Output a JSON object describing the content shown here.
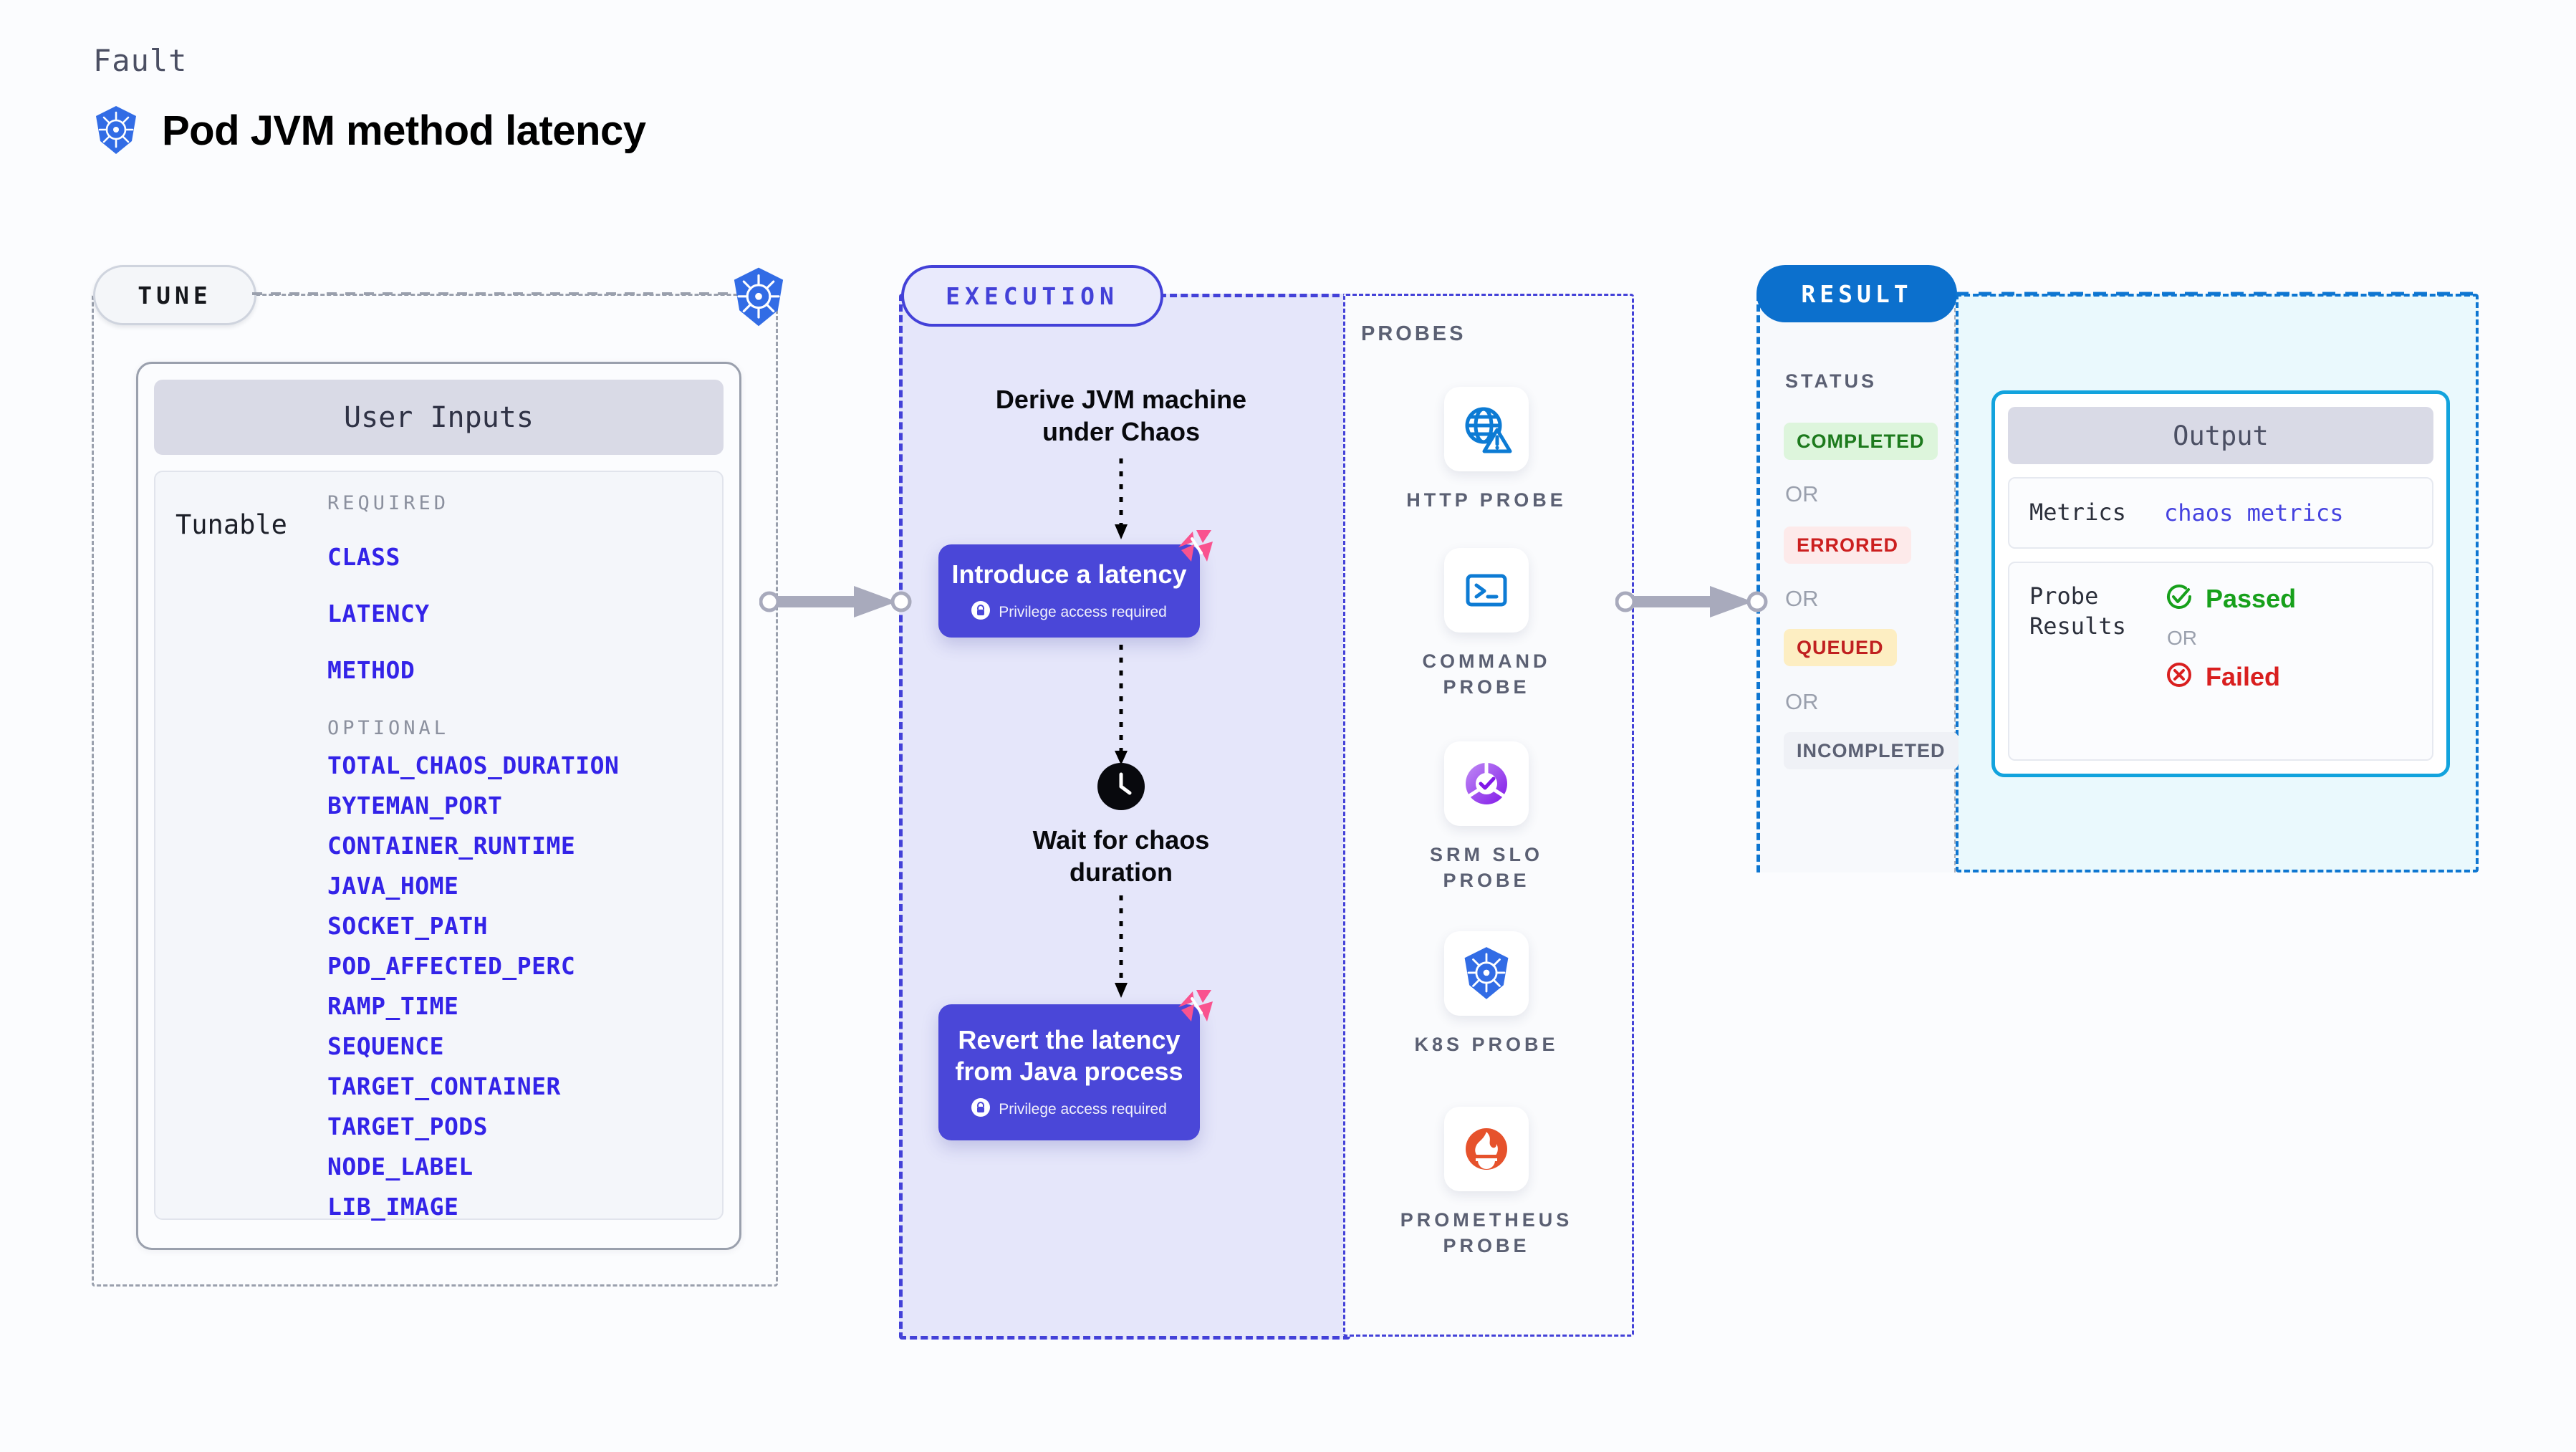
{
  "header": {
    "eyebrow": "Fault",
    "title": "Pod JVM method latency",
    "icon": "kubernetes-icon"
  },
  "tune": {
    "pill_label": "TUNE",
    "badge_icon": "kubernetes-icon",
    "card": {
      "header": "User Inputs",
      "side_label": "Tunable",
      "required_title": "REQUIRED",
      "required": [
        "CLASS",
        "LATENCY",
        "METHOD"
      ],
      "optional_title": "OPTIONAL",
      "optional": [
        "TOTAL_CHAOS_DURATION",
        "BYTEMAN_PORT",
        "CONTAINER_RUNTIME",
        "JAVA_HOME",
        "SOCKET_PATH",
        "POD_AFFECTED_PERC",
        "RAMP_TIME",
        "SEQUENCE",
        "TARGET_CONTAINER",
        "TARGET_PODS",
        "NODE_LABEL",
        "LIB_IMAGE"
      ]
    }
  },
  "execution": {
    "pill_label": "EXECUTION",
    "steps": [
      {
        "type": "text",
        "label": "Derive JVM machine\nunder Chaos"
      },
      {
        "type": "action",
        "label": "Introduce a latency",
        "note": "Privilege access required",
        "badge": "litmus-logo-icon",
        "lock": "lock-icon"
      },
      {
        "type": "wait",
        "icon": "clock-icon",
        "label": "Wait for chaos\nduration"
      },
      {
        "type": "action",
        "label": "Revert the latency\nfrom Java process",
        "note": "Privilege access required",
        "badge": "litmus-logo-icon",
        "lock": "lock-icon"
      }
    ]
  },
  "probes": {
    "title": "PROBES",
    "items": [
      {
        "label": "HTTP  PROBE",
        "icon": "globe-warning-icon"
      },
      {
        "label": "COMMAND\nPROBE",
        "icon": "terminal-icon"
      },
      {
        "label": "SRM  SLO\nPROBE",
        "icon": "slo-donut-check-icon"
      },
      {
        "label": "K8S  PROBE",
        "icon": "kubernetes-icon"
      },
      {
        "label": "PROMETHEUS\nPROBE",
        "icon": "prometheus-icon"
      }
    ]
  },
  "result": {
    "pill_label": "RESULT",
    "status_title": "STATUS",
    "or_label": "OR",
    "statuses": [
      {
        "label": "COMPLETED",
        "color": "#1d7a1d",
        "bg": "#ddf5dc"
      },
      {
        "label": "ERRORED",
        "color": "#cc1f1f",
        "bg": "#fdeaea"
      },
      {
        "label": "QUEUED",
        "color": "#c02020",
        "bg": "#fdeec2"
      },
      {
        "label": "INCOMPLETED",
        "color": "#5b6073",
        "bg": "#eff1f6"
      }
    ],
    "output": {
      "header": "Output",
      "metrics_key": "Metrics",
      "metrics_value": "chaos metrics",
      "probe_results_key": "Probe\nResults",
      "passed": "Passed",
      "or_label": "OR",
      "failed": "Failed"
    }
  },
  "colors": {
    "accent_purple": "#4a47d8",
    "accent_blue": "#0c70cd",
    "accent_cyan": "#12a3dd",
    "litmus_pink": "#f9538f",
    "param_blue": "#3323e8"
  }
}
